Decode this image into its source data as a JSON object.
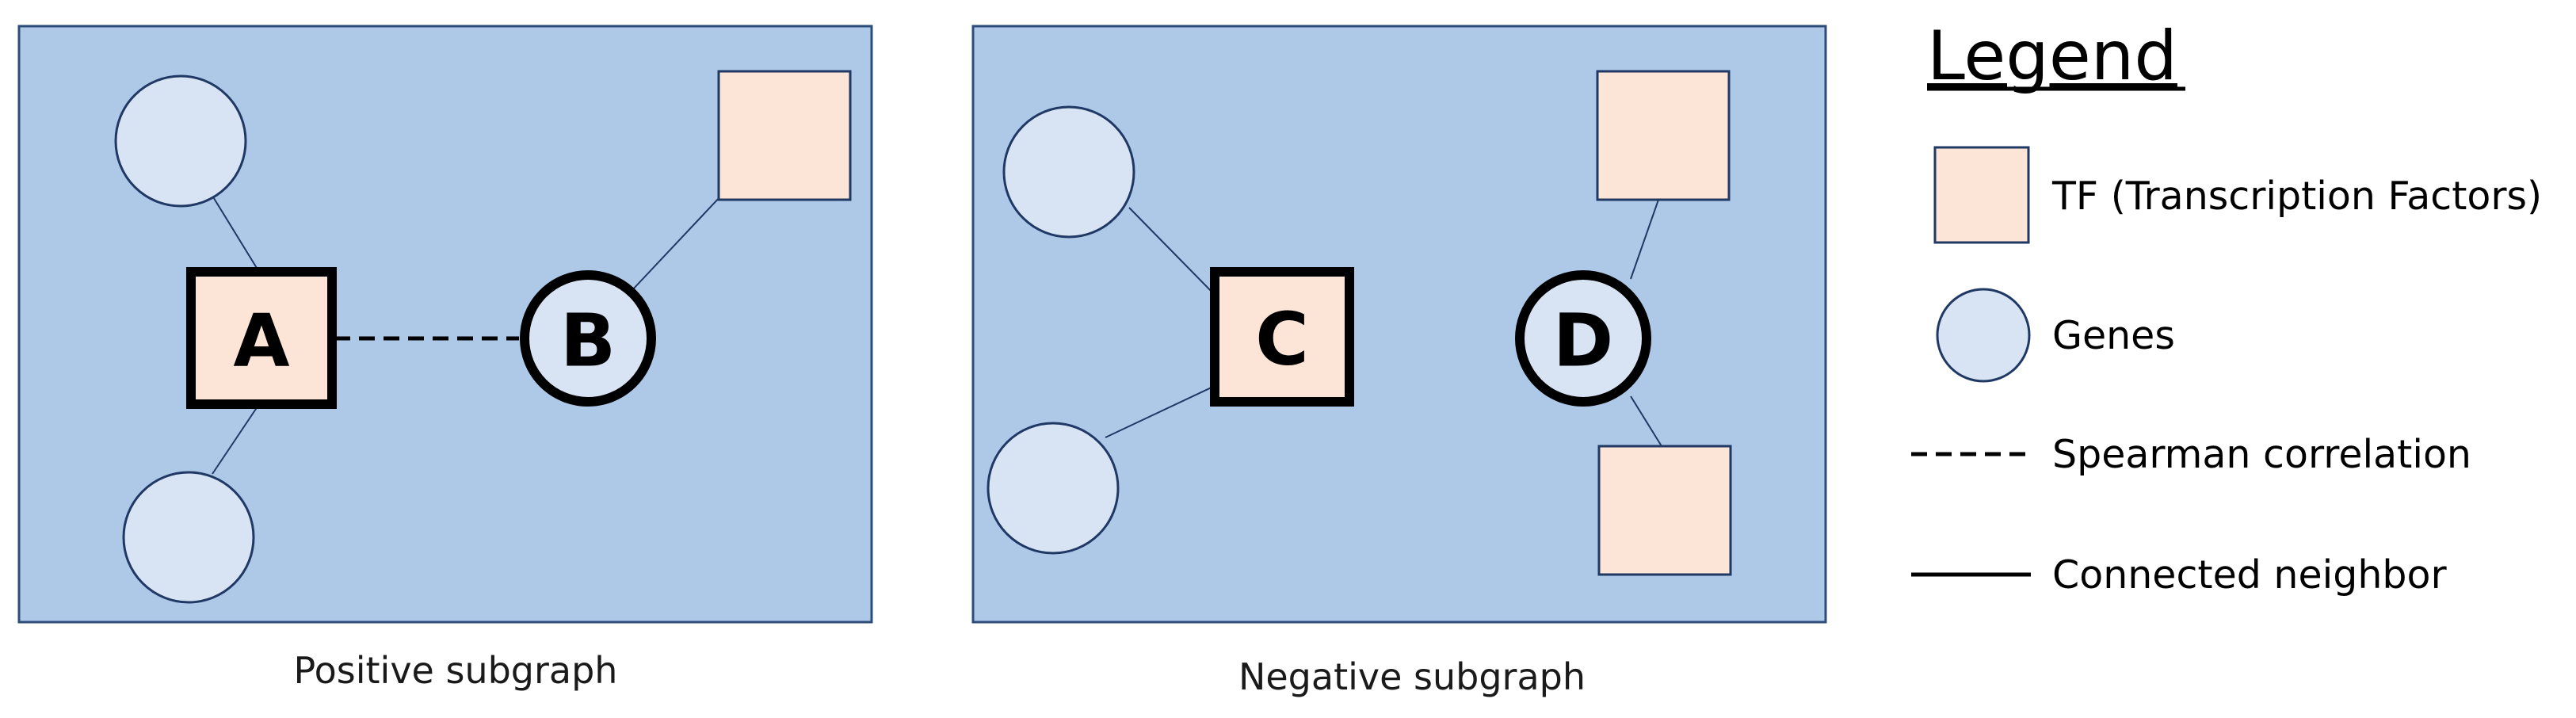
{
  "colors": {
    "panel_fill": "#aec8e8",
    "panel_stroke": "#2e4c7a",
    "gene_fill": "#d8e4f4",
    "gene_stroke": "#1f3864",
    "tf_fill": "#fce4d6",
    "tf_stroke": "#1f3864",
    "bold_stroke": "#000000"
  },
  "panels": {
    "positive": {
      "caption": "Positive subgraph",
      "node_a": "A",
      "node_b": "B"
    },
    "negative": {
      "caption": "Negative subgraph",
      "node_c": "C",
      "node_d": "D"
    }
  },
  "legend": {
    "title": "Legend",
    "items": [
      {
        "icon": "tf-square-icon",
        "label": "TF (Transcription Factors)"
      },
      {
        "icon": "gene-circle-icon",
        "label": "Genes"
      },
      {
        "icon": "dashed-line-icon",
        "label": "Spearman correlation"
      },
      {
        "icon": "solid-line-icon",
        "label": "Connected neighbor"
      }
    ]
  }
}
